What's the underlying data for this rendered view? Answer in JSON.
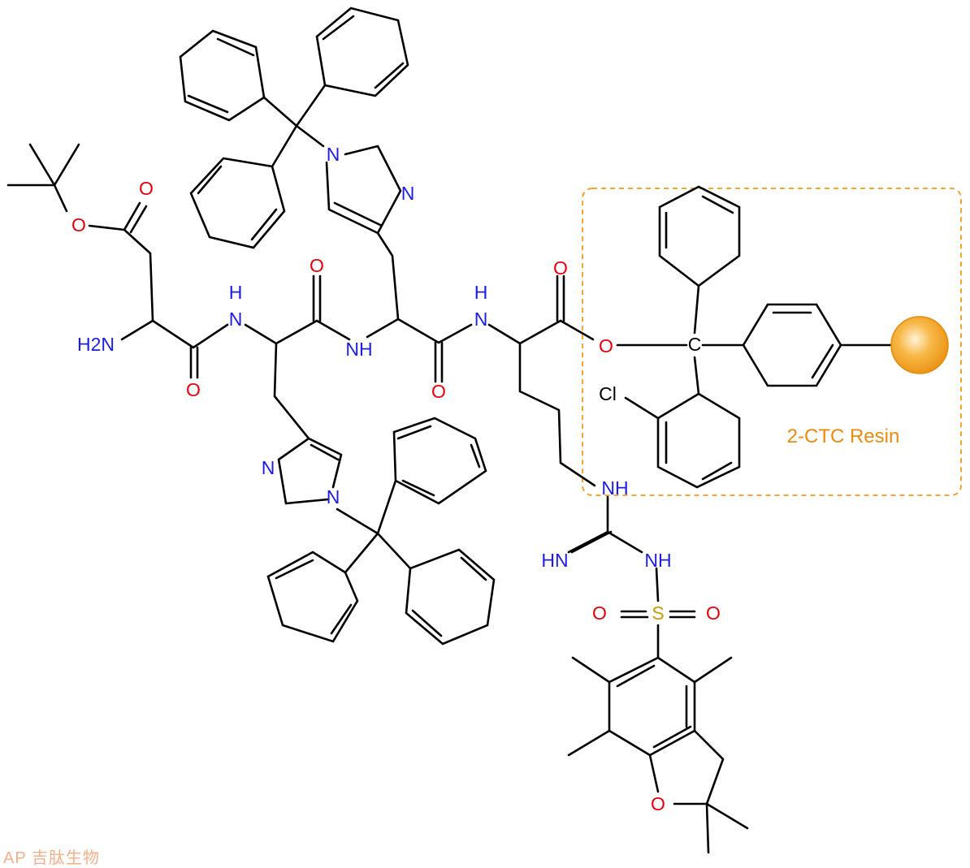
{
  "atom_labels": {
    "o_ester_carbonyl": "O",
    "o_ester_single": "O",
    "amine_terminal": "H2N",
    "nh_amide1": "H",
    "nh_amide1_n": "N",
    "o_amide1": "O",
    "o_amide2": "O",
    "nh_amide2": "NH",
    "o_amide3": "O",
    "nh_amide3": "H",
    "nh_amide3_n": "N",
    "o_acid": "O",
    "o_ester_resin": "O",
    "c_trityl": "C",
    "cl": "Cl",
    "his1_n_trt": "N",
    "his1_n_ring": "N",
    "his2_n_ring": "N",
    "his2_n_trt": "N",
    "arg_nh": "NH",
    "arg_imine": "HN",
    "arg_nh2": "NH",
    "sulfonyl_s": "S",
    "sulfonyl_o1": "O",
    "sulfonyl_o2": "O",
    "pbf_o": "O"
  },
  "resin_label": "2-CTC Resin",
  "logo_text": "AP 吉肽生物",
  "colors": {
    "carbon": "#000000",
    "oxygen": "#e5000b",
    "nitrogen": "#1d1ce0",
    "sulfur": "#c89a00",
    "chlorine": "#000000",
    "resin_box": "#f29a1b",
    "resin_label": "#e98c0e",
    "resin_bead": "#f6a622",
    "logo": "#f2b08a"
  }
}
